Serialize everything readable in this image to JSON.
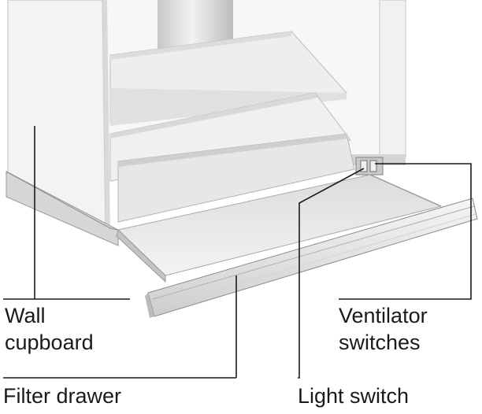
{
  "labels": {
    "wall_line1": "Wall",
    "wall_line2": "cupboard",
    "filter_drawer": "Filter drawer",
    "ventilator_line1": "Ventilator",
    "ventilator_line2": "switches",
    "light_switch": "Light switch"
  },
  "colors": {
    "line": "#1a1a1a",
    "panel_light": "#f4f4f4",
    "panel_mid": "#e4e4e4",
    "panel_dark": "#cfcfcf",
    "shadow": "#b8b8b8"
  }
}
